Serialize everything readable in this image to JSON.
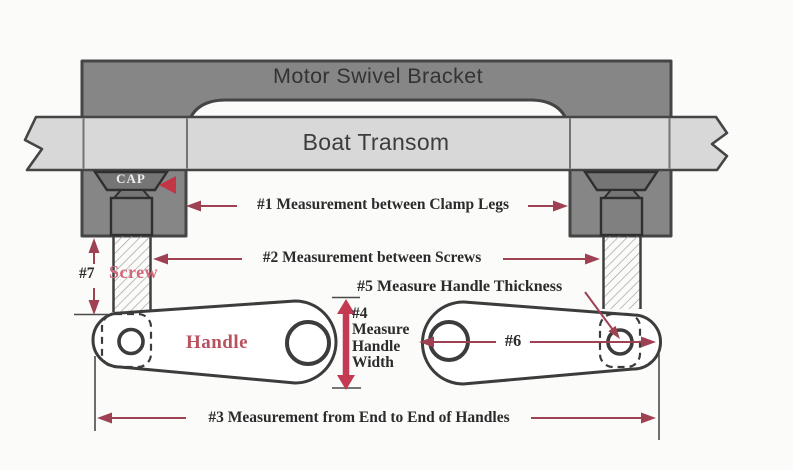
{
  "diagram": {
    "labels": {
      "bracket": "Motor Swivel Bracket",
      "transom": "Boat Transom",
      "cap": "CAP",
      "screw": "Screw",
      "handle": "Handle",
      "m1": "#1 Measurement between Clamp Legs",
      "m2": "#2 Measurement between Screws",
      "m3": "#3 Measurement from End to End of Handles",
      "m4_lines": [
        "#4",
        "Measure",
        "Handle",
        "Width"
      ],
      "m5": "#5 Measure Handle Thickness",
      "m6": "#6",
      "m7": "#7"
    },
    "palette": {
      "bracket_gray": "#868686",
      "cap_gray": "#757575",
      "transom_gray": "#d8d8d8",
      "outline_dark": "#454545",
      "annotation_maroon": "#9e4253",
      "arrow_crimson": "#c23b52",
      "pointer_red": "#c13544",
      "screw_label_pink": "#d4697b",
      "handle_label_brick": "#b8525f",
      "text_dark": "#2b2b2b"
    }
  }
}
